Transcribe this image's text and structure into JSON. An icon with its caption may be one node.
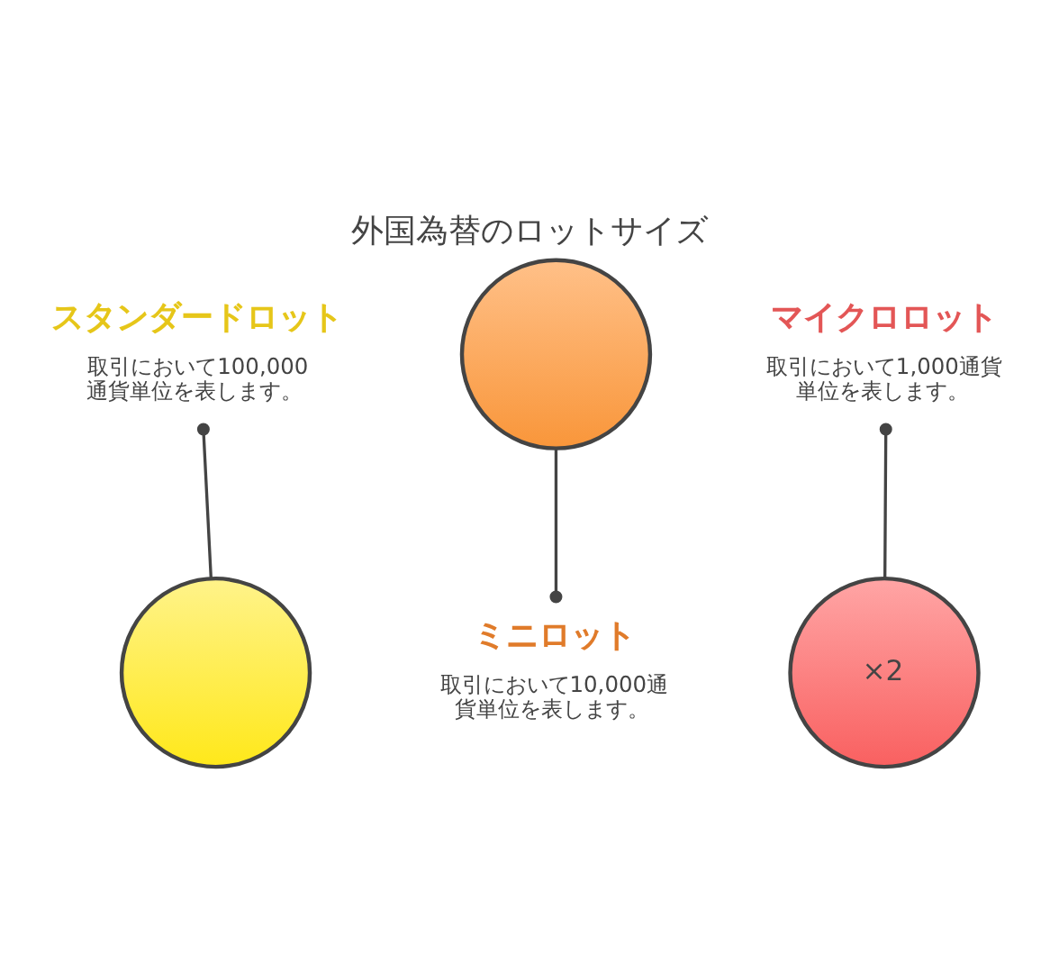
{
  "diagram": {
    "title": "外国為替のロットサイズ",
    "nodes": [
      {
        "text": [
          "スタンダードロット",
          "取引において100,000通貨単位を表します。"
        ]
      },
      {
        "text": [],
        "shape": "circle"
      },
      {
        "text": [],
        "shape": "circle"
      },
      {
        "text": [
          "ミニロット",
          "取引において10,000通貨単位を表します。"
        ]
      },
      {
        "text": [
          "マイクロロット",
          "取引において1,000通貨単位を表します。"
        ]
      },
      {
        "text": [
          "×2"
        ]
      }
    ],
    "edges": [
      {
        "from": 1,
        "to": 0,
        "arrow": "other"
      },
      {
        "from": 2,
        "to": 3,
        "arrow": "other"
      },
      {
        "from": 5,
        "to": 4,
        "arrow": "other"
      }
    ]
  }
}
